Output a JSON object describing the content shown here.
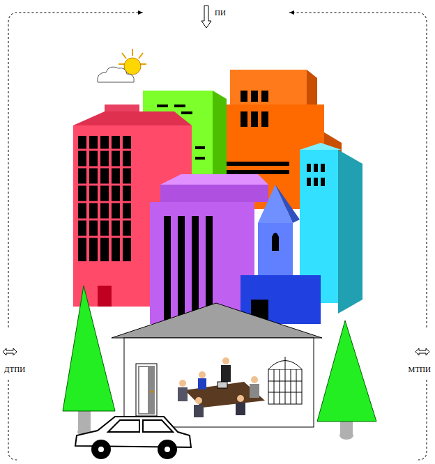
{
  "diagram": {
    "labels": [
      "ПИ",
      "ДТПИ",
      "МТПИ"
    ]
  }
}
